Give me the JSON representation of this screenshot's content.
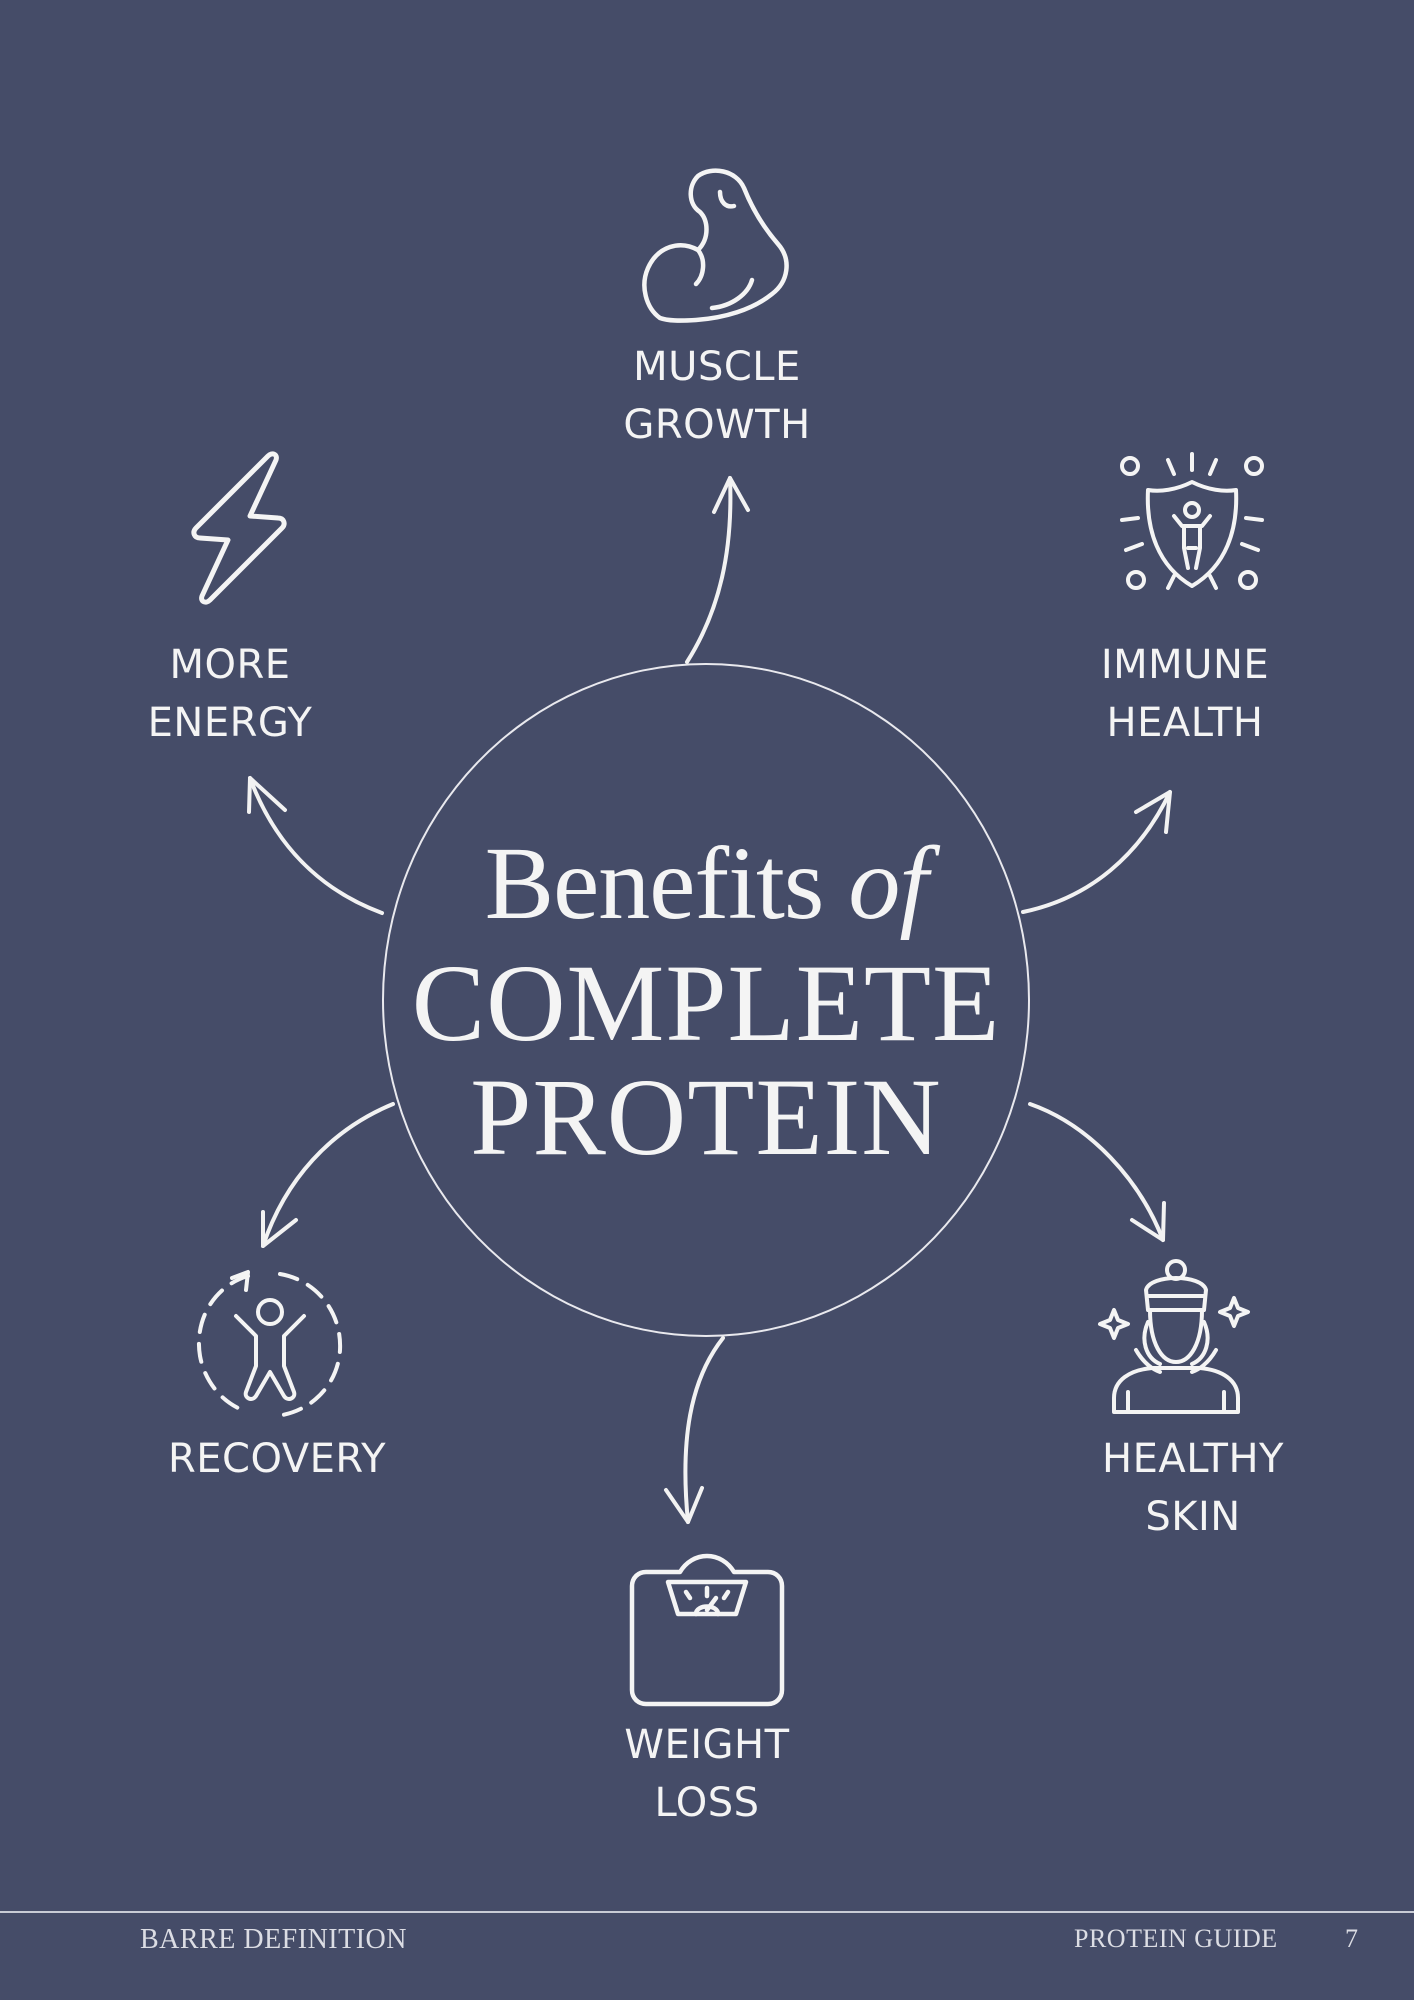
{
  "title": {
    "line1": "Benefits",
    "line1_italic": "of",
    "line2": "COMPLETE",
    "line3": "PROTEIN"
  },
  "benefits": {
    "muscle": {
      "line1": "MUSCLE",
      "line2": "GROWTH",
      "icon": "flexed-bicep-icon"
    },
    "energy": {
      "line1": "MORE",
      "line2": "ENERGY",
      "icon": "lightning-bolt-icon"
    },
    "immune": {
      "line1": "IMMUNE",
      "line2": "HEALTH",
      "icon": "shield-person-icon"
    },
    "recovery": {
      "line1": "RECOVERY",
      "icon": "person-cycle-icon"
    },
    "skin": {
      "line1": "HEALTHY",
      "line2": "SKIN",
      "icon": "woman-sparkle-icon"
    },
    "weight": {
      "line1": "WEIGHT",
      "line2": "LOSS",
      "icon": "weight-scale-icon"
    }
  },
  "footer": {
    "brand": "BARRE DEFINITION",
    "section": "PROTEIN GUIDE",
    "page": "7"
  },
  "colors": {
    "background": "#454c68",
    "foreground": "#f4f4f4"
  }
}
